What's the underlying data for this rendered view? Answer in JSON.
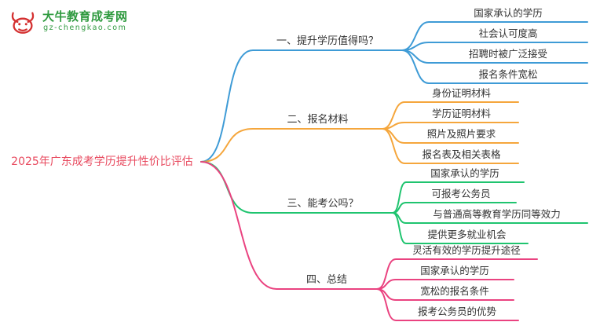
{
  "logo": {
    "title": "大牛教育成考网",
    "subtitle": "gz-chengkao.com",
    "icon": "bull-icon",
    "brand_color": "#2f9a3f",
    "icon_color": "#d43030"
  },
  "root": {
    "label": "2025年广东成考学历提升性价比评估",
    "color": "#e84a5f"
  },
  "branches": [
    {
      "label": "一、提升学历值得吗？",
      "color": "#3e9bd6",
      "children": [
        {
          "label": "国家承认的学历"
        },
        {
          "label": "社会认可度高"
        },
        {
          "label": "招聘时被广泛接受"
        },
        {
          "label": "报名条件宽松"
        }
      ]
    },
    {
      "label": "二、报名材料",
      "color": "#f5a63c",
      "children": [
        {
          "label": "身份证明材料"
        },
        {
          "label": "学历证明材料"
        },
        {
          "label": "照片及照片要求"
        },
        {
          "label": "报名表及相关表格"
        }
      ]
    },
    {
      "label": "三、能考公吗？",
      "color": "#1fc46f",
      "children": [
        {
          "label": "国家承认的学历"
        },
        {
          "label": "可报考公务员"
        },
        {
          "label": "与普通高等教育学历同等效力"
        },
        {
          "label": "提供更多就业机会"
        }
      ]
    },
    {
      "label": "四、总结",
      "color": "#ea4380",
      "children": [
        {
          "label": "灵活有效的学历提升途径"
        },
        {
          "label": "国家承认的学历"
        },
        {
          "label": "宽松的报名条件"
        },
        {
          "label": "报考公务员的优势"
        }
      ]
    }
  ]
}
